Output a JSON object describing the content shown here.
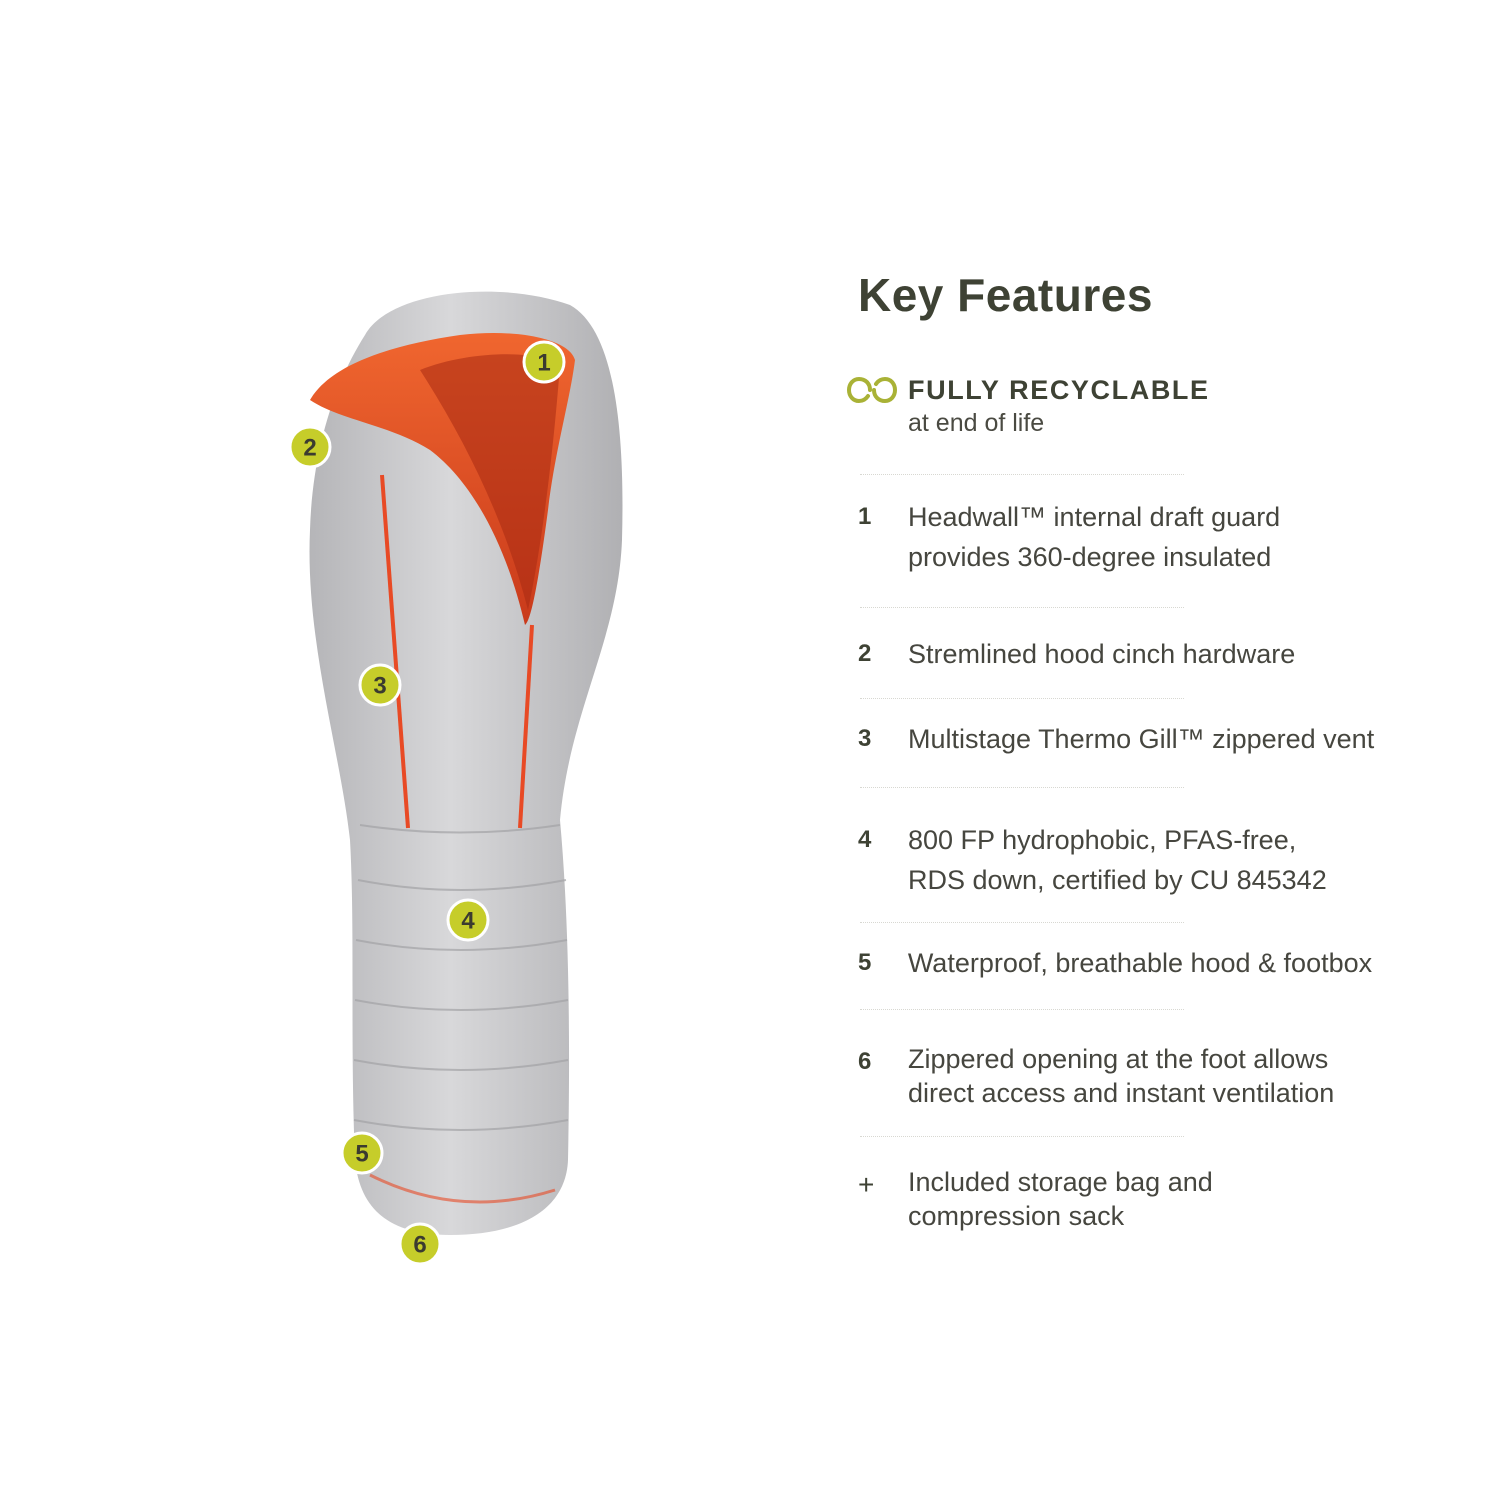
{
  "product_image": {
    "callouts": [
      "1",
      "2",
      "3",
      "4",
      "5",
      "6"
    ],
    "colors": {
      "shell": "#c8c8ca",
      "lining": "#ec5a2c",
      "zip": "#e84a25",
      "callout": "#c6cd2a"
    }
  },
  "features": {
    "title": "Key Features",
    "recyclable": {
      "icon": "recycle-loop-icon",
      "title": "FULLY RECYCLABLE",
      "subtitle": "at end of life"
    },
    "items": [
      {
        "number": "1",
        "lines": [
          "Headwall™ internal draft guard",
          "provides 360-degree insulated"
        ]
      },
      {
        "number": "2",
        "lines": [
          "Stremlined hood cinch hardware"
        ]
      },
      {
        "number": "3",
        "lines": [
          "Multistage Thermo Gill™ zippered vent"
        ]
      },
      {
        "number": "4",
        "lines": [
          "800 FP hydrophobic, PFAS-free,",
          "RDS down, certified by CU 845342"
        ]
      },
      {
        "number": "5",
        "lines": [
          "Waterproof, breathable hood & footbox"
        ]
      },
      {
        "number": "6",
        "lines": [
          "Zippered opening at the foot allows",
          "direct access and instant ventilation"
        ]
      },
      {
        "number": "+",
        "lines": [
          "Included storage bag and",
          "compression sack"
        ]
      }
    ]
  }
}
